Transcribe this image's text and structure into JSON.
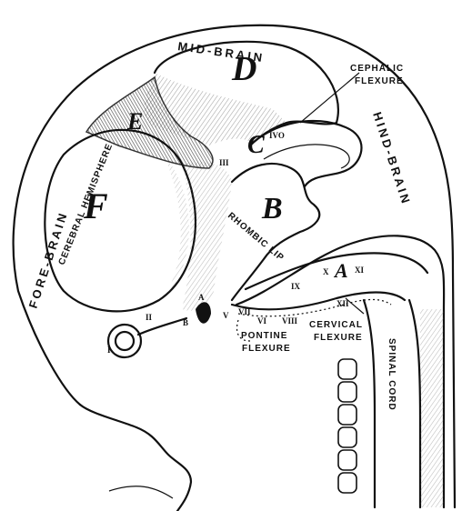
{
  "regions": {
    "mid_brain": "MID-BRAIN",
    "hind_brain": "HIND-BRAIN",
    "fore_brain": "FORE-BRAIN"
  },
  "letters": {
    "a": "A",
    "b": "B",
    "c": "C",
    "c_sup": "IVO",
    "d": "D",
    "e": "E",
    "f": "F"
  },
  "labels": {
    "cephalic_line1": "CEPHALIC",
    "cephalic_line2": "FLEXURE",
    "cerebral_hemisphere": "CEREBRAL HEMISPHERE",
    "rhombic_lip": "RHOMBIC LIP",
    "pontine_line1": "PONTINE",
    "pontine_line2": "FLEXURE",
    "cervical_line1": "CERVICAL",
    "cervical_line2": "FLEXURE",
    "spinal_cord": "SPINAL CORD"
  },
  "nerves": {
    "i": "I",
    "ii": "II",
    "iii": "III",
    "v": "V",
    "vi": "VI",
    "vii": "VII",
    "viii": "VIII",
    "ix": "IX",
    "x": "X",
    "xi": "XI",
    "xii": "XII",
    "a_small": "A",
    "b_small": "B"
  }
}
